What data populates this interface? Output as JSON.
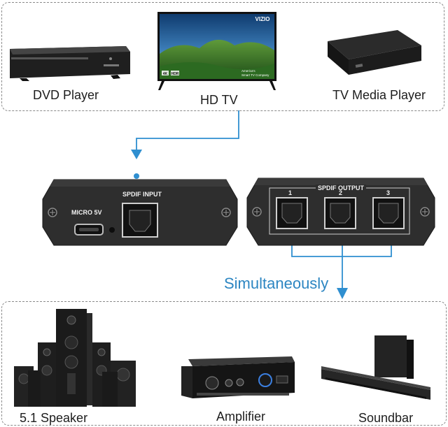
{
  "sources": [
    {
      "name": "DVD Player"
    },
    {
      "name": "HD TV",
      "brand": "VIZIO",
      "badges": [
        "4K",
        "HDR"
      ],
      "tagline": "America's Smart TV Company"
    },
    {
      "name": "TV Media Player"
    }
  ],
  "input_panel": {
    "port_label": "SPDIF INPUT",
    "power_label": "MICRO 5V"
  },
  "output_panel": {
    "title": "SPDIF OUTPUT",
    "ports": [
      "1",
      "2",
      "3"
    ]
  },
  "flow_label": "Simultaneously",
  "outputs": [
    {
      "name": "5.1 Speaker"
    },
    {
      "name": "Amplifier"
    },
    {
      "name": "Soundbar"
    }
  ],
  "colors": {
    "wire": "#2f8fd0",
    "panel": "#2e2e2e",
    "dash": "#8a8a8a",
    "flow_text": "#2d86c2"
  }
}
